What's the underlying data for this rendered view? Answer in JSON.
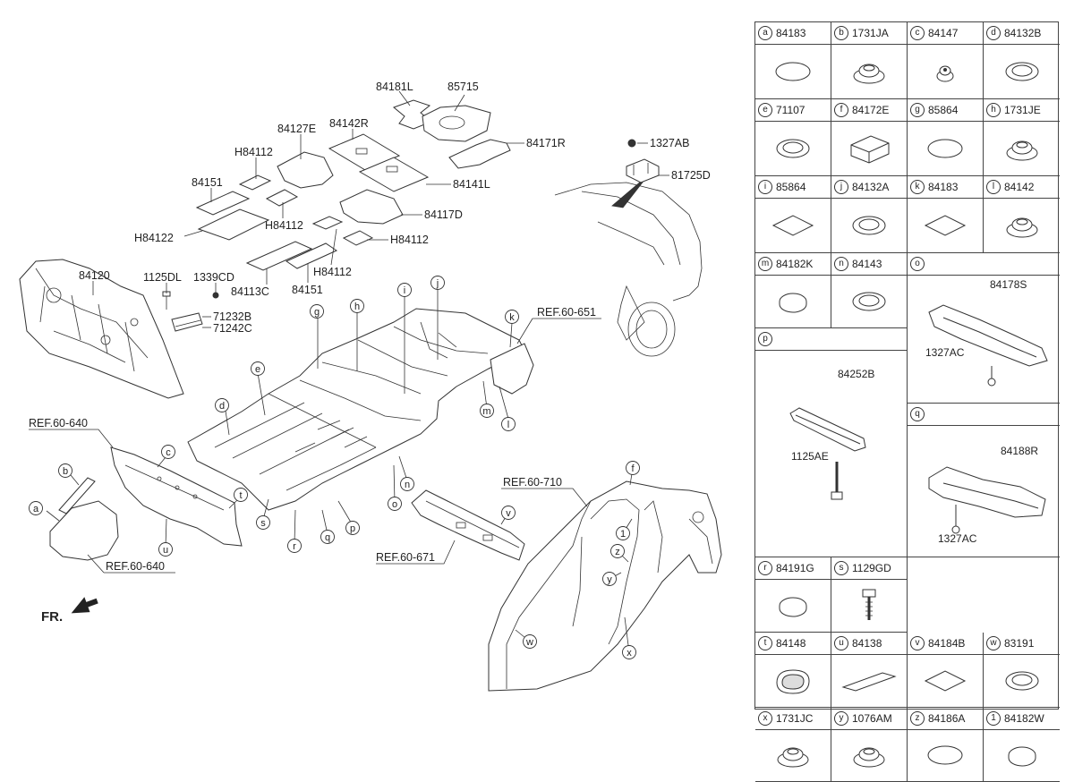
{
  "labels": {
    "p84120": "84120",
    "p1125DL": "1125DL",
    "p1339CD": "1339CD",
    "p71232B": "71232B",
    "p71242C": "71242C",
    "p84181L": "84181L",
    "p85715": "85715",
    "p84127E": "84127E",
    "p84142R": "84142R",
    "p84171R": "84171R",
    "pH84112a": "H84112",
    "p84151a": "84151",
    "pH84122": "H84122",
    "pH84112b": "H84112",
    "p84141L": "84141L",
    "p84117D": "84117D",
    "pH84112c": "H84112",
    "pH84112d": "H84112",
    "p84113C": "84113C",
    "p84151b": "84151",
    "p1327AB": "1327AB",
    "p81725D": "81725D",
    "ref651": "REF.60-651",
    "ref640a": "REF.60-640",
    "ref640b": "REF.60-640",
    "ref710": "REF.60-710",
    "ref671": "REF.60-671",
    "fr": "FR."
  },
  "letters": {
    "a": "a",
    "b": "b",
    "c": "c",
    "d": "d",
    "e": "e",
    "g": "g",
    "h": "h",
    "i": "i",
    "j": "j",
    "k": "k",
    "l": "l",
    "m": "m",
    "n": "n",
    "o": "o",
    "p": "p",
    "q": "q",
    "r": "r",
    "s": "s",
    "t": "t",
    "u": "u",
    "f": "f",
    "v": "v",
    "one": "1",
    "z": "z",
    "y": "y",
    "w": "w",
    "x": "x"
  },
  "legend": {
    "cells": [
      {
        "key": "a",
        "code": "84183",
        "icon": "flat-oval-plug"
      },
      {
        "key": "b",
        "code": "1731JA",
        "icon": "domed-grommet"
      },
      {
        "key": "c",
        "code": "84147",
        "icon": "small-grommet"
      },
      {
        "key": "d",
        "code": "84132B",
        "icon": "ring-grommet"
      },
      {
        "key": "e",
        "code": "71107",
        "icon": "ring-grommet"
      },
      {
        "key": "f",
        "code": "84172E",
        "icon": "foam-block"
      },
      {
        "key": "g",
        "code": "85864",
        "icon": "flat-oval-plug"
      },
      {
        "key": "h",
        "code": "1731JE",
        "icon": "domed-grommet"
      },
      {
        "key": "i",
        "code": "85864",
        "icon": "diamond-pad"
      },
      {
        "key": "j",
        "code": "84132A",
        "icon": "ring-grommet"
      },
      {
        "key": "k",
        "code": "84183",
        "icon": "diamond-pad"
      },
      {
        "key": "l",
        "code": "84142",
        "icon": "domed-grommet"
      },
      {
        "key": "m",
        "code": "84182K",
        "icon": "cap-plug"
      },
      {
        "key": "n",
        "code": "84143",
        "icon": "ring-grommet"
      },
      {
        "key": "o",
        "code": "84178S",
        "sub": "1327AC",
        "icon": "bracket-o"
      },
      {
        "key": "p",
        "code": "84252B",
        "sub": "1125AE",
        "icon": "bracket-p"
      },
      {
        "key": "q",
        "code": "84188R",
        "sub": "1327AC",
        "icon": "bracket-q"
      },
      {
        "key": "r",
        "code": "84191G",
        "icon": "cap-plug"
      },
      {
        "key": "s",
        "code": "1129GD",
        "icon": "bolt"
      },
      {
        "key": "t",
        "code": "84148",
        "icon": "oval-grommet"
      },
      {
        "key": "u",
        "code": "84138",
        "icon": "flat-strip"
      },
      {
        "key": "v",
        "code": "84184B",
        "icon": "diamond-pad"
      },
      {
        "key": "w",
        "code": "83191",
        "icon": "ring-grommet"
      },
      {
        "key": "x",
        "code": "1731JC",
        "icon": "domed-grommet"
      },
      {
        "key": "y",
        "code": "1076AM",
        "icon": "domed-grommet"
      },
      {
        "key": "z",
        "code": "84186A",
        "icon": "flat-oval-plug"
      },
      {
        "key": "1",
        "code": "84182W",
        "icon": "cap-plug"
      }
    ]
  }
}
